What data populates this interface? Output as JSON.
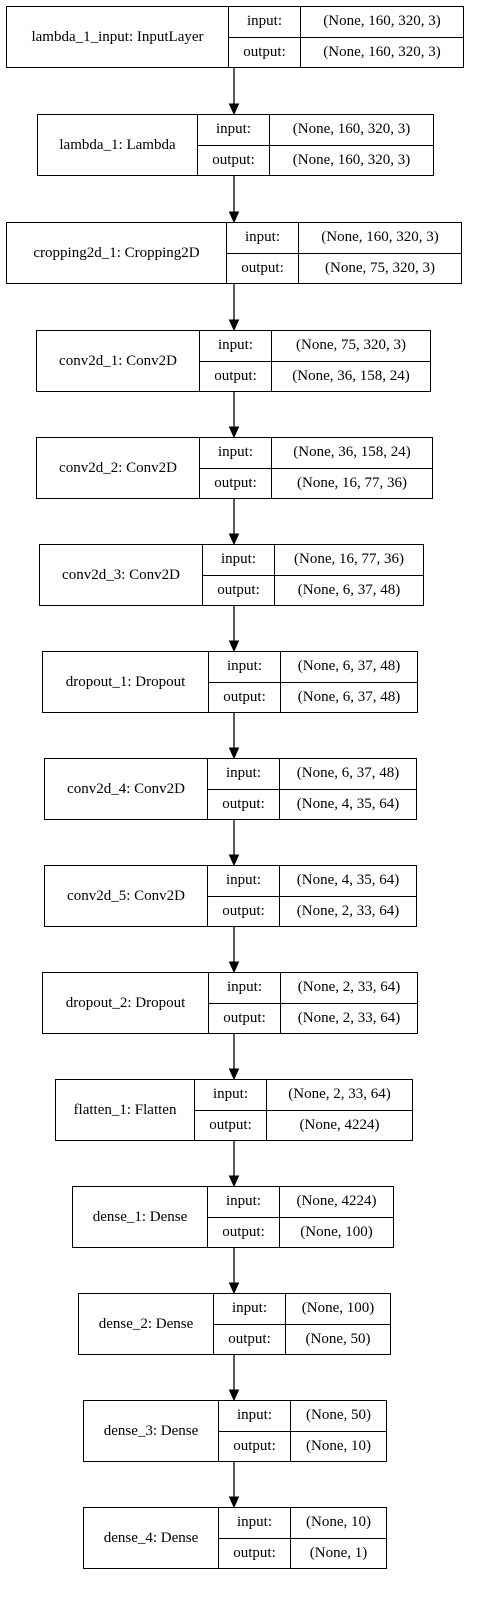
{
  "diagram": {
    "port_labels": {
      "input": "input:",
      "output": "output:"
    },
    "layers": [
      {
        "name": "lambda_1_input: InputLayer",
        "input": "(None, 160, 320, 3)",
        "output": "(None, 160, 320, 3)"
      },
      {
        "name": "lambda_1: Lambda",
        "input": "(None, 160, 320, 3)",
        "output": "(None, 160, 320, 3)"
      },
      {
        "name": "cropping2d_1: Cropping2D",
        "input": "(None, 160, 320, 3)",
        "output": "(None, 75, 320, 3)"
      },
      {
        "name": "conv2d_1: Conv2D",
        "input": "(None, 75, 320, 3)",
        "output": "(None, 36, 158, 24)"
      },
      {
        "name": "conv2d_2: Conv2D",
        "input": "(None, 36, 158, 24)",
        "output": "(None, 16, 77, 36)"
      },
      {
        "name": "conv2d_3: Conv2D",
        "input": "(None, 16, 77, 36)",
        "output": "(None, 6, 37, 48)"
      },
      {
        "name": "dropout_1: Dropout",
        "input": "(None, 6, 37, 48)",
        "output": "(None, 6, 37, 48)"
      },
      {
        "name": "conv2d_4: Conv2D",
        "input": "(None, 6, 37, 48)",
        "output": "(None, 4, 35, 64)"
      },
      {
        "name": "conv2d_5: Conv2D",
        "input": "(None, 4, 35, 64)",
        "output": "(None, 2, 33, 64)"
      },
      {
        "name": "dropout_2: Dropout",
        "input": "(None, 2, 33, 64)",
        "output": "(None, 2, 33, 64)"
      },
      {
        "name": "flatten_1: Flatten",
        "input": "(None, 2, 33, 64)",
        "output": "(None, 4224)"
      },
      {
        "name": "dense_1: Dense",
        "input": "(None, 4224)",
        "output": "(None, 100)"
      },
      {
        "name": "dense_2: Dense",
        "input": "(None, 100)",
        "output": "(None, 50)"
      },
      {
        "name": "dense_3: Dense",
        "input": "(None, 50)",
        "output": "(None, 10)"
      },
      {
        "name": "dense_4: Dense",
        "input": "(None, 10)",
        "output": "(None, 1)"
      }
    ]
  }
}
